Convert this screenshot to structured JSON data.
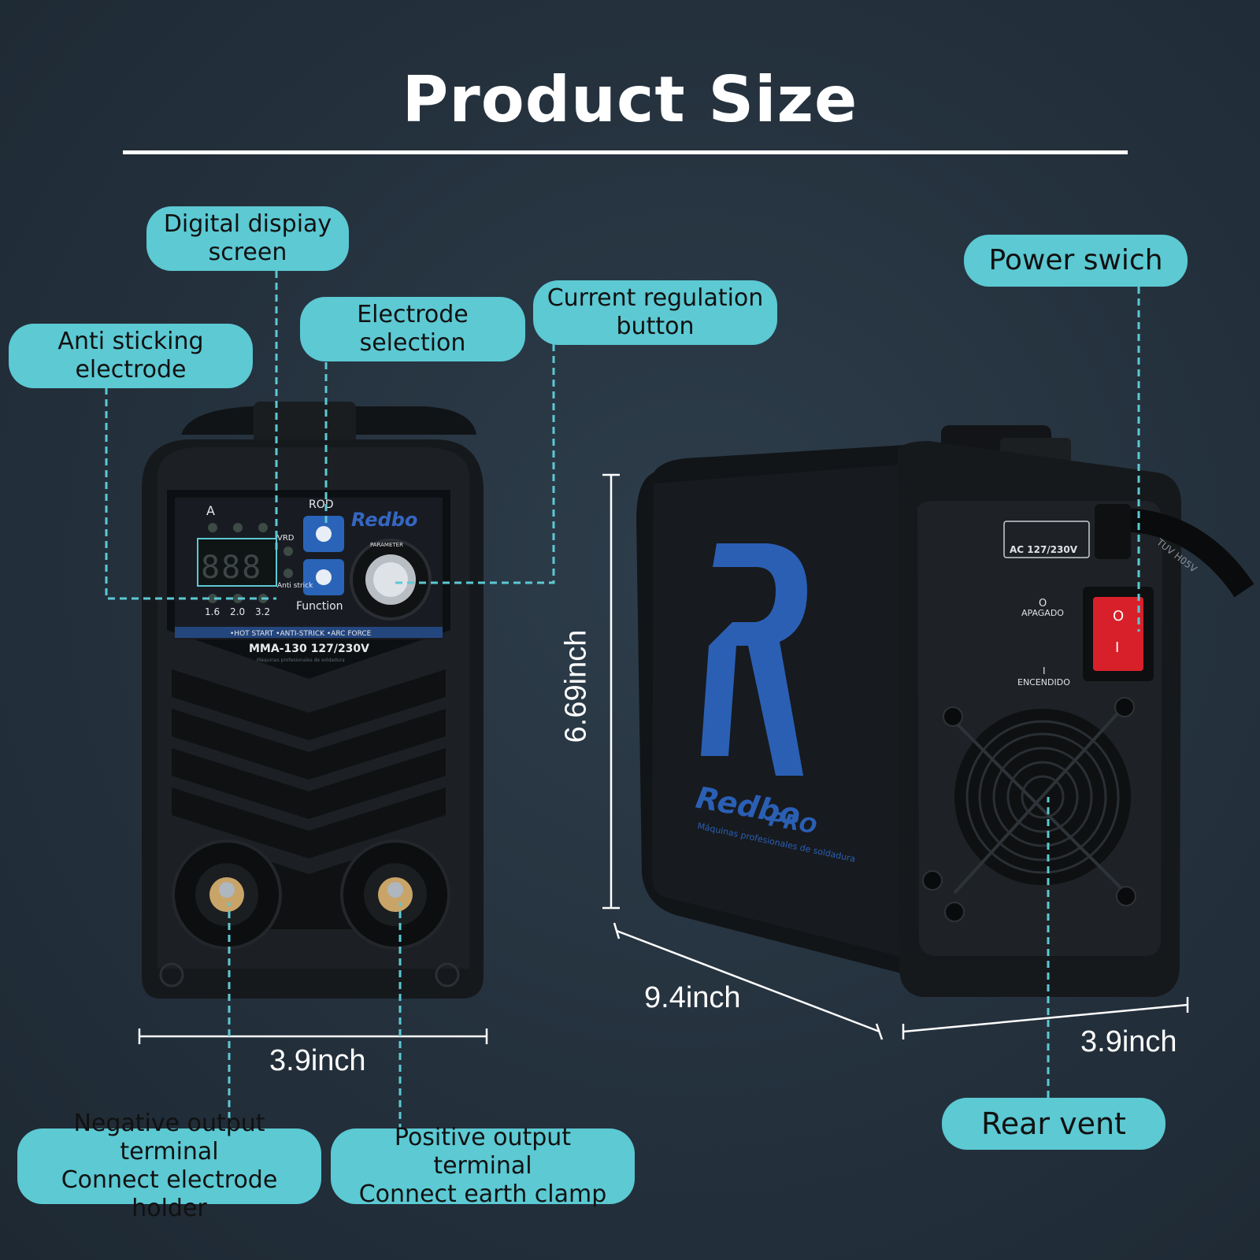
{
  "title": "Product Size",
  "labels": {
    "display": "Digital dispiay\nscreen",
    "anti_stick": "Anti sticking\nelectrode",
    "electrode": "Electrode selection",
    "current": "Current regulation\nbutton",
    "power": "Power swich",
    "negative": "Negative output terminal\nConnect electrode holder",
    "positive": "Positive output terminal\nConnect earth clamp",
    "rear_vent": "Rear vent"
  },
  "dimensions": {
    "front_width": "3.9inch",
    "height": "6.69inch",
    "depth": "9.4inch",
    "side_width": "3.9inch"
  },
  "panel": {
    "brand": "Redbo",
    "model": "MMA-130 127/230V",
    "amp_symbol": "A",
    "display_value": "888",
    "rod": "ROD",
    "vrd": "VRD",
    "anti_strick": "Anti\nstrick",
    "function": "Function",
    "parameter": "PARAMETER",
    "rods": [
      "1.6",
      "2.0",
      "3.2"
    ],
    "features": "•HOT START  •ANTI-STRICK  •ARC FORCE",
    "subtitle": "Máquinas profesionales de soldadura"
  },
  "rear": {
    "ac": "AC 127/230V",
    "off_symbol": "O",
    "off": "APAGADO",
    "on_symbol": "I",
    "on": "ENCENDIDO",
    "switch_off": "O",
    "switch_on": "I",
    "cable": "TUV H05V",
    "logo_letter": "R",
    "brand": "Redbo",
    "brand_pro": "PRO",
    "brand_sub": "Máquinas profesionales de soldadura"
  },
  "colors": {
    "accent": "#5cc9d3",
    "background": "#26333f",
    "brand_blue": "#2b5fb4",
    "switch_red": "#d8202a"
  }
}
